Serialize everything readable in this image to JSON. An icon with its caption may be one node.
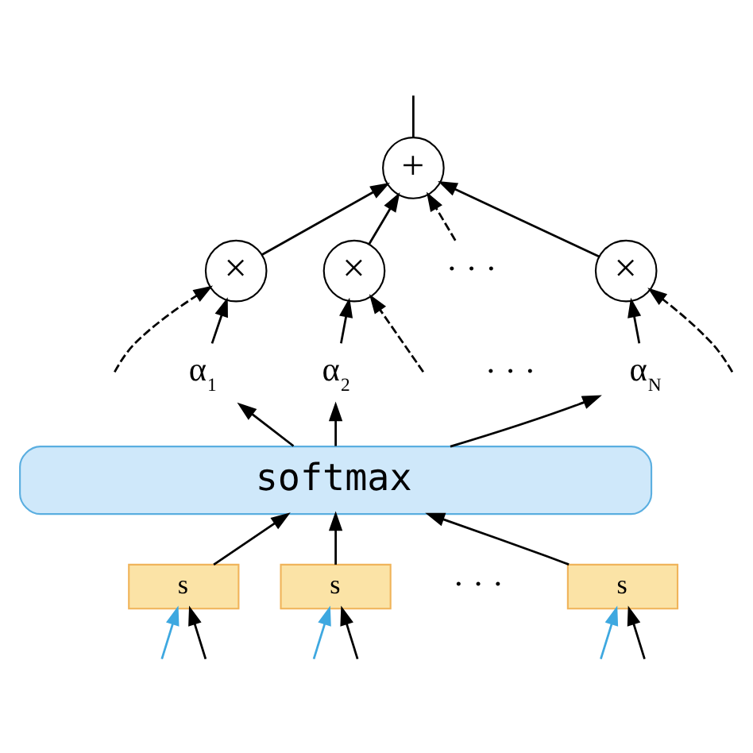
{
  "diagram": {
    "nodes": [
      {
        "text": [
          "+"
        ]
      },
      {
        "text": [
          "×"
        ]
      },
      {
        "text": [
          "×"
        ]
      },
      {
        "text": [
          "· · ·"
        ]
      },
      {
        "text": [
          "×"
        ]
      },
      {
        "text": [
          "α$_{1}$"
        ]
      },
      {
        "text": [
          "α$_{2}$"
        ]
      },
      {
        "text": [
          "· · ·"
        ]
      },
      {
        "text": [
          "α$_{N}$"
        ]
      },
      {
        "text": [
          "softmax"
        ]
      },
      {
        "text": [
          "s"
        ]
      },
      {
        "text": [
          "s"
        ]
      },
      {
        "text": [
          "· · ·"
        ]
      },
      {
        "text": [
          "s"
        ]
      }
    ],
    "edges": [
      {
        "from": 1,
        "to": 0,
        "arrow": "to"
      },
      {
        "from": 2,
        "to": 0,
        "arrow": "to"
      },
      {
        "from": 3,
        "to": 0,
        "arrow": "to",
        "style": "dashed"
      },
      {
        "from": 4,
        "to": 0,
        "arrow": "to"
      },
      {
        "from": 0,
        "to": null,
        "arrow": "none"
      },
      {
        "from": 5,
        "to": 1,
        "arrow": "to"
      },
      {
        "from": 6,
        "to": 2,
        "arrow": "to"
      },
      {
        "from": 8,
        "to": 4,
        "arrow": "to"
      },
      {
        "from": 9,
        "to": 5,
        "arrow": "to"
      },
      {
        "from": 9,
        "to": 6,
        "arrow": "to"
      },
      {
        "from": 9,
        "to": 8,
        "arrow": "to"
      },
      {
        "from": 10,
        "to": 9,
        "arrow": "to"
      },
      {
        "from": 11,
        "to": 9,
        "arrow": "to"
      },
      {
        "from": 13,
        "to": 9,
        "arrow": "to"
      },
      {
        "from": null,
        "to": 10,
        "arrow": "to"
      },
      {
        "from": null,
        "to": 10,
        "arrow": "to",
        "color": "#3ea8e0"
      },
      {
        "from": null,
        "to": 11,
        "arrow": "to"
      },
      {
        "from": null,
        "to": 11,
        "arrow": "to",
        "color": "#3ea8e0"
      },
      {
        "from": null,
        "to": 13,
        "arrow": "to"
      },
      {
        "from": null,
        "to": 13,
        "arrow": "to",
        "color": "#3ea8e0"
      },
      {
        "from": null,
        "to": 1,
        "arrow": "to",
        "style": "dashed"
      },
      {
        "from": null,
        "to": 2,
        "arrow": "to",
        "style": "dashed"
      },
      {
        "from": null,
        "to": 4,
        "arrow": "to",
        "style": "dashed"
      }
    ]
  }
}
